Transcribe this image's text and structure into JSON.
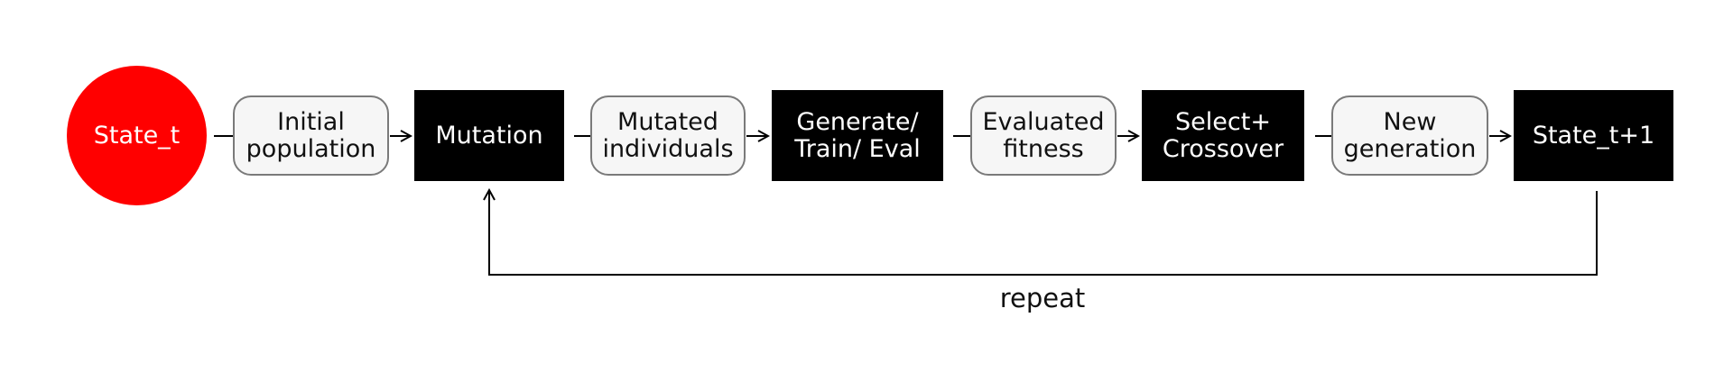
{
  "diagram": {
    "nodes": [
      {
        "id": "state-t",
        "label": "State_t",
        "shape": "circle",
        "fill": "#ff0000",
        "text_color": "#ffffff"
      },
      {
        "id": "initial-population",
        "label": "Initial\npopulation",
        "shape": "rounded-box",
        "fill": "#f6f6f6",
        "border": "#7a7a7a"
      },
      {
        "id": "mutation",
        "label": "Mutation",
        "shape": "box",
        "fill": "#000000",
        "text_color": "#ffffff"
      },
      {
        "id": "mutated-individuals",
        "label": "Mutated\nindividuals",
        "shape": "rounded-box",
        "fill": "#f6f6f6",
        "border": "#7a7a7a"
      },
      {
        "id": "generate-train-eval",
        "label": "Generate/\nTrain/ Eval",
        "shape": "box",
        "fill": "#000000",
        "text_color": "#ffffff"
      },
      {
        "id": "evaluated-fitness",
        "label": "Evaluated\nfitness",
        "shape": "rounded-box",
        "fill": "#f6f6f6",
        "border": "#7a7a7a"
      },
      {
        "id": "select-crossover",
        "label": "Select+\nCrossover",
        "shape": "box",
        "fill": "#000000",
        "text_color": "#ffffff"
      },
      {
        "id": "new-generation",
        "label": "New\ngeneration",
        "shape": "rounded-box",
        "fill": "#f6f6f6",
        "border": "#7a7a7a"
      },
      {
        "id": "state-t1",
        "label": "State_t+1",
        "shape": "box",
        "fill": "#000000",
        "text_color": "#ffffff"
      }
    ],
    "edges": [
      {
        "from": "state-t",
        "to": "initial-population"
      },
      {
        "from": "initial-population",
        "to": "mutation"
      },
      {
        "from": "mutation",
        "to": "mutated-individuals"
      },
      {
        "from": "mutated-individuals",
        "to": "generate-train-eval"
      },
      {
        "from": "generate-train-eval",
        "to": "evaluated-fitness"
      },
      {
        "from": "evaluated-fitness",
        "to": "select-crossover"
      },
      {
        "from": "select-crossover",
        "to": "new-generation"
      },
      {
        "from": "new-generation",
        "to": "state-t1"
      },
      {
        "from": "state-t1",
        "to": "mutation",
        "label": "repeat"
      }
    ],
    "loop_label": "repeat"
  }
}
